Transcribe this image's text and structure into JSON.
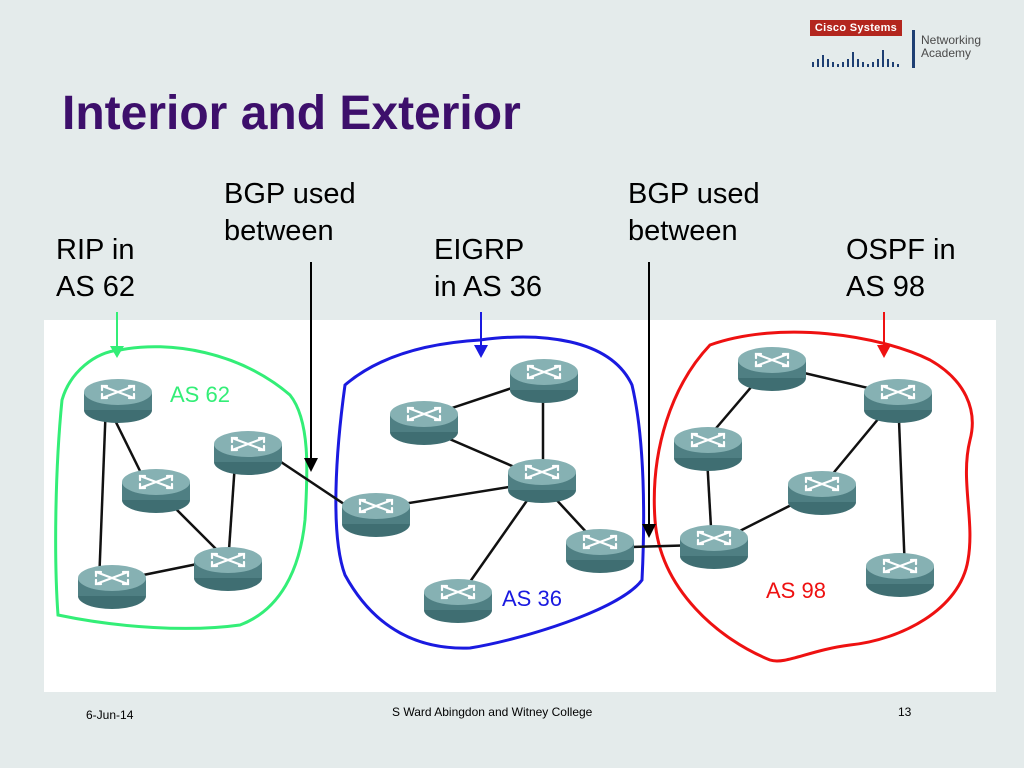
{
  "slide": {
    "title": "Interior and Exterior",
    "labels": {
      "rip": [
        "RIP in",
        "AS 62"
      ],
      "bgp_left": [
        "BGP used",
        "between"
      ],
      "eigrp": [
        "EIGRP",
        "in AS 36"
      ],
      "bgp_right": [
        "BGP used",
        "between"
      ],
      "ospf": [
        "OSPF in",
        "AS 98"
      ]
    },
    "logo": {
      "brand": "Cisco Systems",
      "academy": [
        "Networking",
        "Academy"
      ]
    }
  },
  "diagram": {
    "as_labels": {
      "as62": "AS 62",
      "as36": "AS 36",
      "as98": "AS 98"
    },
    "colors": {
      "as62": "#33ee77",
      "as36": "#1a1ae0",
      "as98": "#ee1111",
      "title": "#3d0f6b",
      "background": "#e4ebeb",
      "router_body": "#5e8f92"
    },
    "icons": [
      "router-icon"
    ]
  },
  "footer": {
    "date": "6-Jun-14",
    "author": "S Ward  Abingdon and Witney College",
    "page": "13"
  }
}
